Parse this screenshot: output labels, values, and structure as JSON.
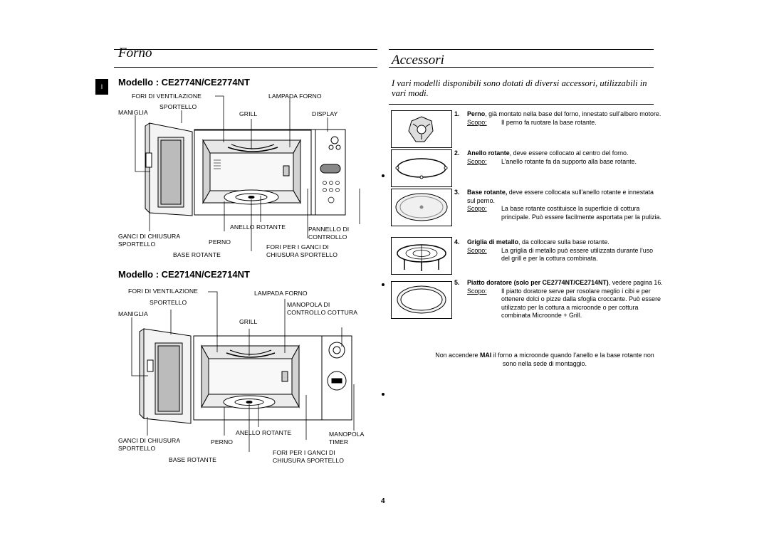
{
  "left": {
    "title": "Forno",
    "tab": "I",
    "model1": {
      "title": "Modello : CE2774N/CE2774NT",
      "labels": {
        "vents": "FORI DI VENTILAZIONE",
        "lamp": "LAMPADA FORNO",
        "door": "SPORTELLO",
        "handle": "MANIGLIA",
        "grill": "GRILL",
        "display": "DISPLAY",
        "ring": "ANELLO ROTANTE",
        "panel1": "PANNELLO DI",
        "panel2": "CONTROLLO",
        "latch1": "GANCI DI CHIUSURA",
        "latch2": "SPORTELLO",
        "pin": "PERNO",
        "base": "BASE ROTANTE",
        "holes1": "FORI PER I GANCI DI",
        "holes2": "CHIUSURA SPORTELLO"
      }
    },
    "model2": {
      "title": "Modello : CE2714N/CE2714NT",
      "labels": {
        "vents": "FORI DI VENTILAZIONE",
        "lamp": "LAMPADA FORNO",
        "door": "SPORTELLO",
        "knob1": "MANOPOLA DI",
        "knob2": "CONTROLLO COTTURA",
        "handle": "MANIGLIA",
        "grill": "GRILL",
        "ring": "ANELLO ROTANTE",
        "timer1": "MANOPOLA",
        "timer2": "TIMER",
        "latch1": "GANCI DI CHIUSURA",
        "latch2": "SPORTELLO",
        "pin": "PERNO",
        "base": "BASE ROTANTE",
        "holes1": "FORI PER I GANCI DI",
        "holes2": "CHIUSURA SPORTELLO"
      }
    }
  },
  "right": {
    "title": "Accessori",
    "intro": "I vari modelli disponibili sono dotati di diversi accessori, utilizzabili in vari modi.",
    "scopo_label": "Scopo:",
    "items": [
      {
        "num": "1.",
        "name": "Perno",
        "text": ", già montato nella base del forno, innestato sull’albero motore.",
        "scopo": "Il perno fa ruotare la base rotante."
      },
      {
        "num": "2.",
        "name": "Anello rotante",
        "text": ", deve essere collocato al centro del forno.",
        "scopo": "L’anello rotante fa da supporto alla base rotante."
      },
      {
        "num": "3.",
        "name": "Base rotante,",
        "text": " deve essere collocata sull’anello rotante e innestata sul perno.",
        "scopo": "La base rotante costituisce la superficie di cottura principale. Può essere facilmente asportata per la pulizia."
      },
      {
        "num": "4.",
        "name": "Griglia di metallo",
        "text": ", da collocare sulla base rotante.",
        "scopo": "La griglia di metallo può essere utilizzata durante l’uso del grill e per la cottura combinata."
      },
      {
        "num": "5.",
        "name": "Piatto doratore (solo per CE2774NT/CE2714NT)",
        "text": ", vedere pagina 16.",
        "scopo": "Il piatto doratore serve per rosolare meglio i cibi e per ottenere dolci o pizze dalla sfoglia croccante. Può essere utilizzato per la cottura a microonde o per cottura combinata Microonde + Grill."
      }
    ],
    "note_pre": "Non accendere ",
    "note_bold": "MAI",
    "note_post": " il forno a microonde quando l’anello e la base rotante non sono nella sede di montaggio."
  },
  "page_number": "4"
}
